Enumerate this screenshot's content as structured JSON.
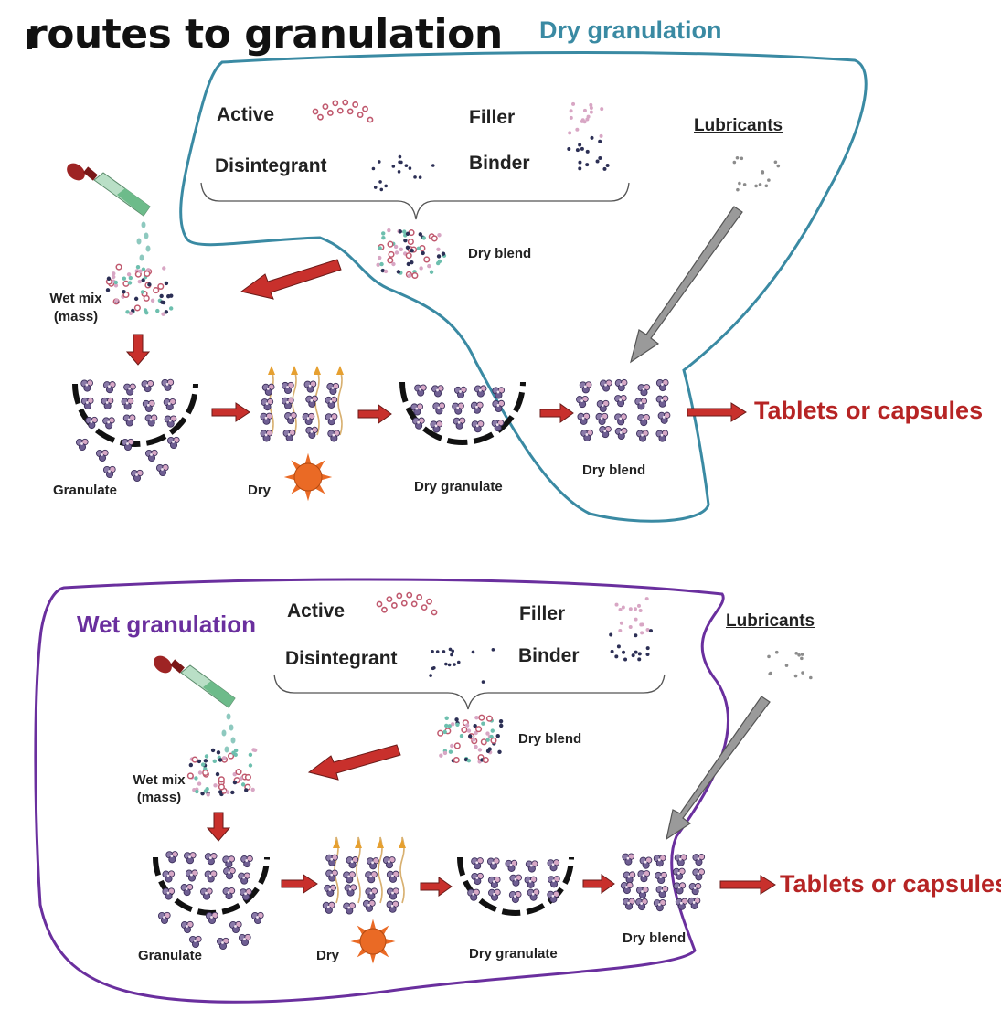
{
  "title": "routes to granulation",
  "dry_section": {
    "heading": "Dry granulation",
    "ingredients": {
      "active": "Active",
      "filler": "Filler",
      "disintegrant": "Disintegrant",
      "binder": "Binder",
      "lubricants": "Lubricants"
    },
    "dry_blend": "Dry blend",
    "wet_mix": "Wet mix",
    "wet_mix_sub": "(mass)",
    "granulate": "Granulate",
    "dry": "Dry",
    "dry_granulate": "Dry granulate",
    "final_blend": "Dry blend",
    "output": "Tablets or capsules"
  },
  "wet_section": {
    "heading": "Wet granulation",
    "ingredients": {
      "active": "Active",
      "filler": "Filler",
      "disintegrant": "Disintegrant",
      "binder": "Binder",
      "lubricants": "Lubricants"
    },
    "dry_blend": "Dry blend",
    "wet_mix": "Wet mix",
    "wet_mix_sub": "(mass)",
    "granulate": "Granulate",
    "dry": "Dry",
    "dry_granulate": "Dry granulate",
    "final_blend": "Dry blend",
    "output": "Tablets or capsules"
  },
  "colors": {
    "dry_outline": "#3a8aa3",
    "wet_outline": "#6a2f9e",
    "flow_arrow": "#c8302c",
    "lubricant_arrow": "#8c8c8c",
    "output_text": "#b62424",
    "active_particle": "#c0596e",
    "filler_particle": "#d8a6c4",
    "binder_particle": "#2c2f55",
    "granule": "#5a4a78",
    "sun": "#ea6a25"
  },
  "icons": [
    "dropper-icon",
    "sun-icon",
    "heat-arrow-icon",
    "curly-brace-icon"
  ]
}
